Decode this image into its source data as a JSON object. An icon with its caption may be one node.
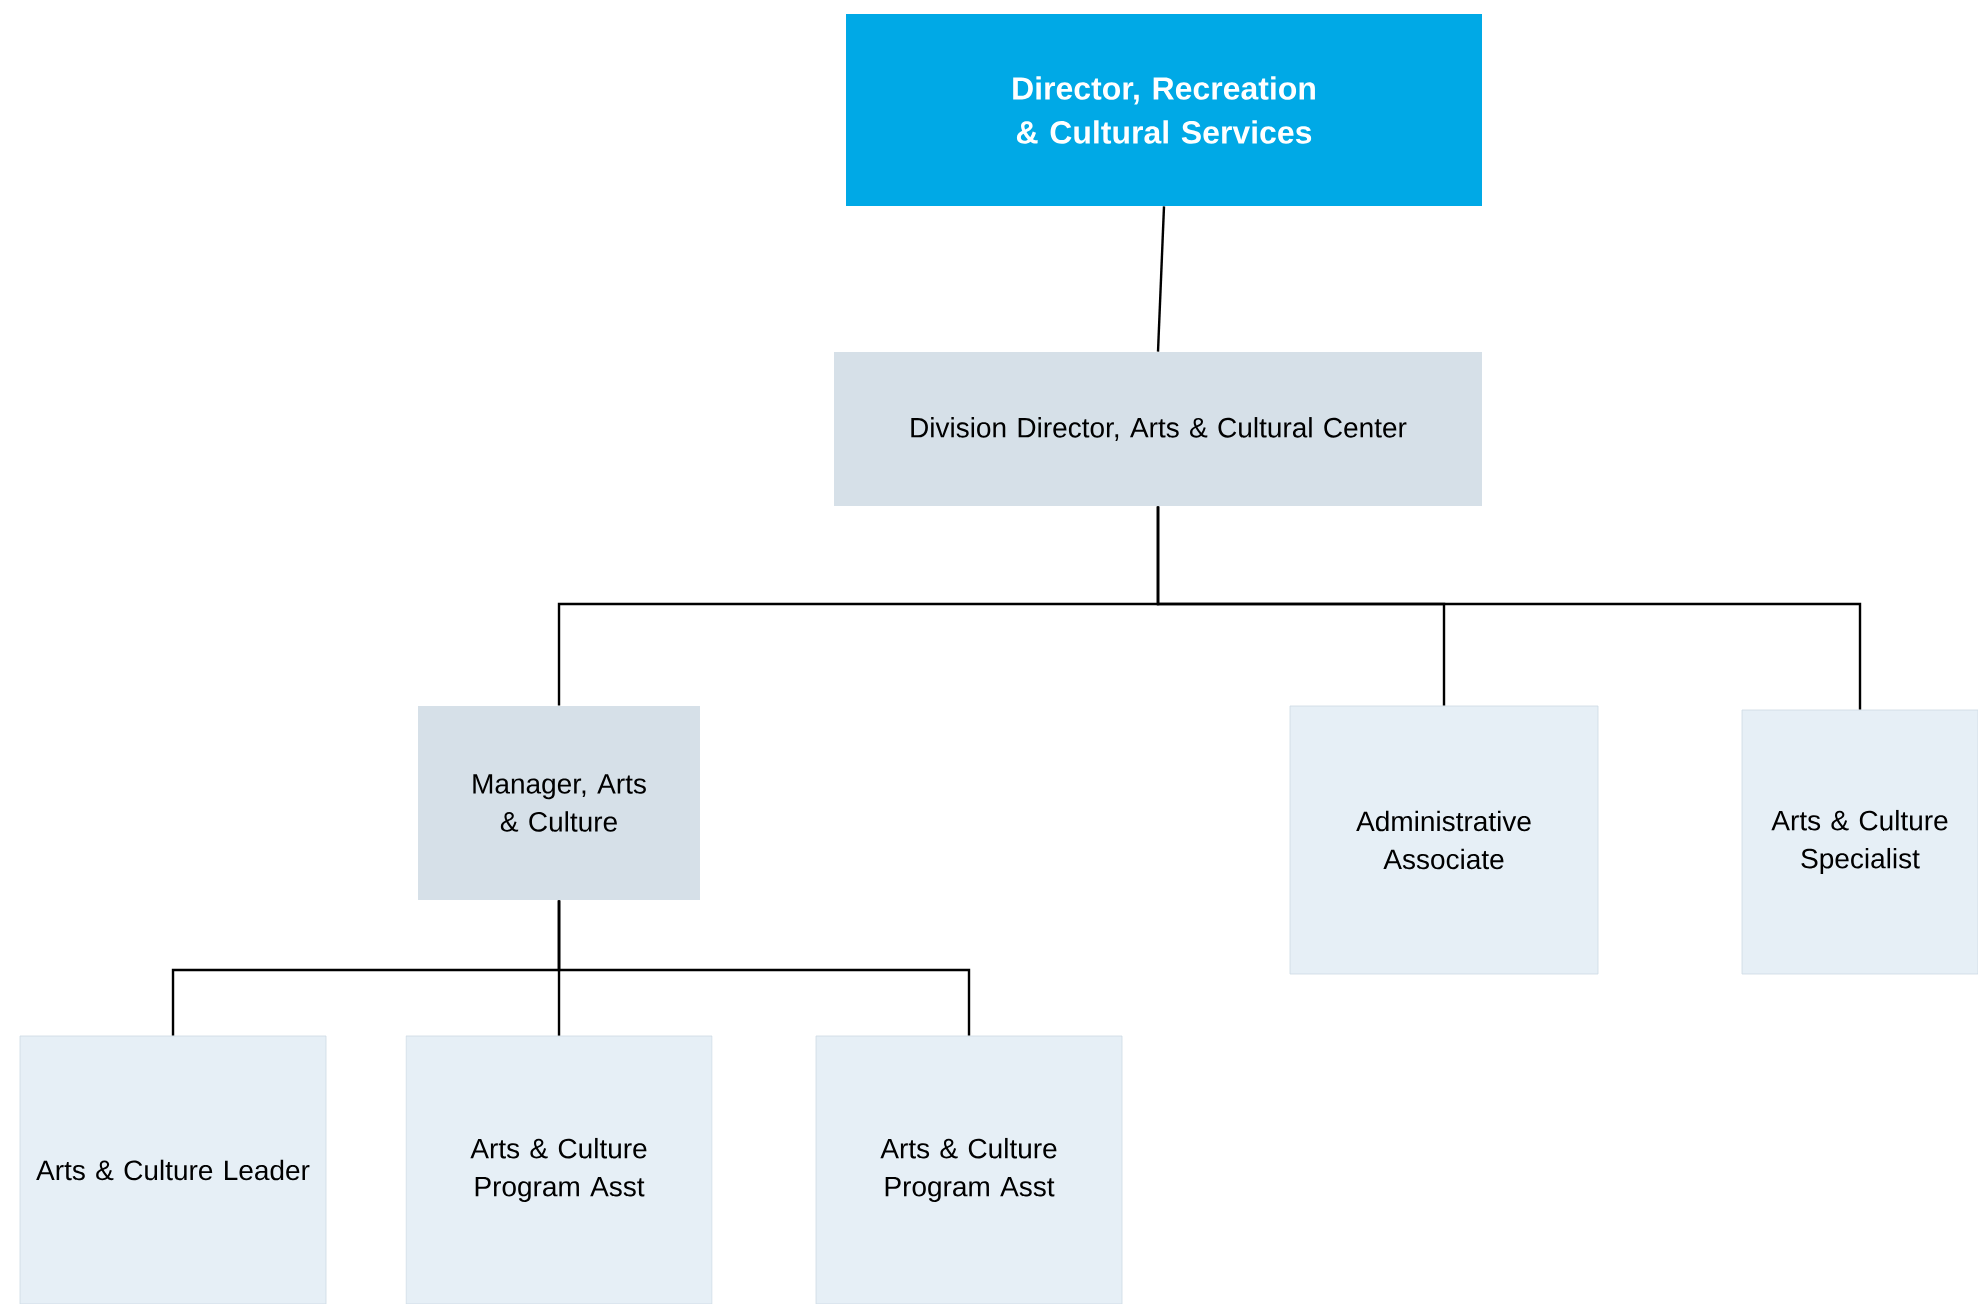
{
  "diagram": {
    "nodes": [
      {
        "text": [
          "Director, Recreation & Cultural Services"
        ]
      },
      {
        "text": [
          "Division Director, Arts & Cultural Center"
        ]
      },
      {
        "text": [
          "Manager, Arts & Culture"
        ]
      },
      {
        "text": [
          "Administrative Associate"
        ]
      },
      {
        "text": [
          "Arts & Culture Specialist"
        ]
      },
      {
        "text": [
          "Arts & Culture Leader"
        ]
      },
      {
        "text": [
          "Arts & Culture Program Asst"
        ]
      },
      {
        "text": [
          "Arts & Culture Program Asst"
        ]
      }
    ],
    "edges": [
      {
        "from": 0,
        "to": 1,
        "arrow": "none"
      },
      {
        "from": 1,
        "to": 2,
        "arrow": "none"
      },
      {
        "from": 1,
        "to": 3,
        "arrow": "none"
      },
      {
        "from": 1,
        "to": 4,
        "arrow": "none"
      },
      {
        "from": 2,
        "to": 5,
        "arrow": "none"
      },
      {
        "from": 2,
        "to": 6,
        "arrow": "none"
      },
      {
        "from": 2,
        "to": 7,
        "arrow": "none"
      }
    ]
  }
}
